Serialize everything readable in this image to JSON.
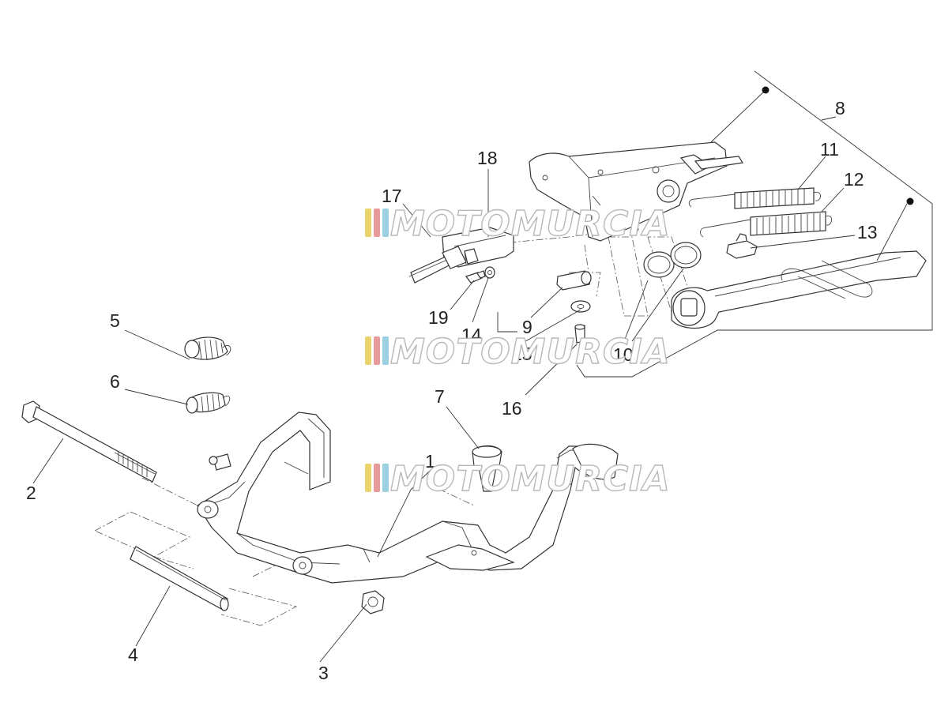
{
  "callouts": {
    "c1": "1",
    "c2": "2",
    "c3": "3",
    "c4": "4",
    "c5": "5",
    "c6": "6",
    "c7": "7",
    "c8": "8",
    "c9": "9",
    "c10": "10",
    "c11": "11",
    "c12": "12",
    "c13": "13",
    "c14": "14",
    "c15": "15",
    "c16": "16",
    "c17": "17",
    "c18": "18",
    "c19": "19"
  },
  "watermark": {
    "text": "MOTOMURCIA",
    "colors": [
      "#e8d46a",
      "#e89a9a",
      "#9ad0e0"
    ]
  }
}
